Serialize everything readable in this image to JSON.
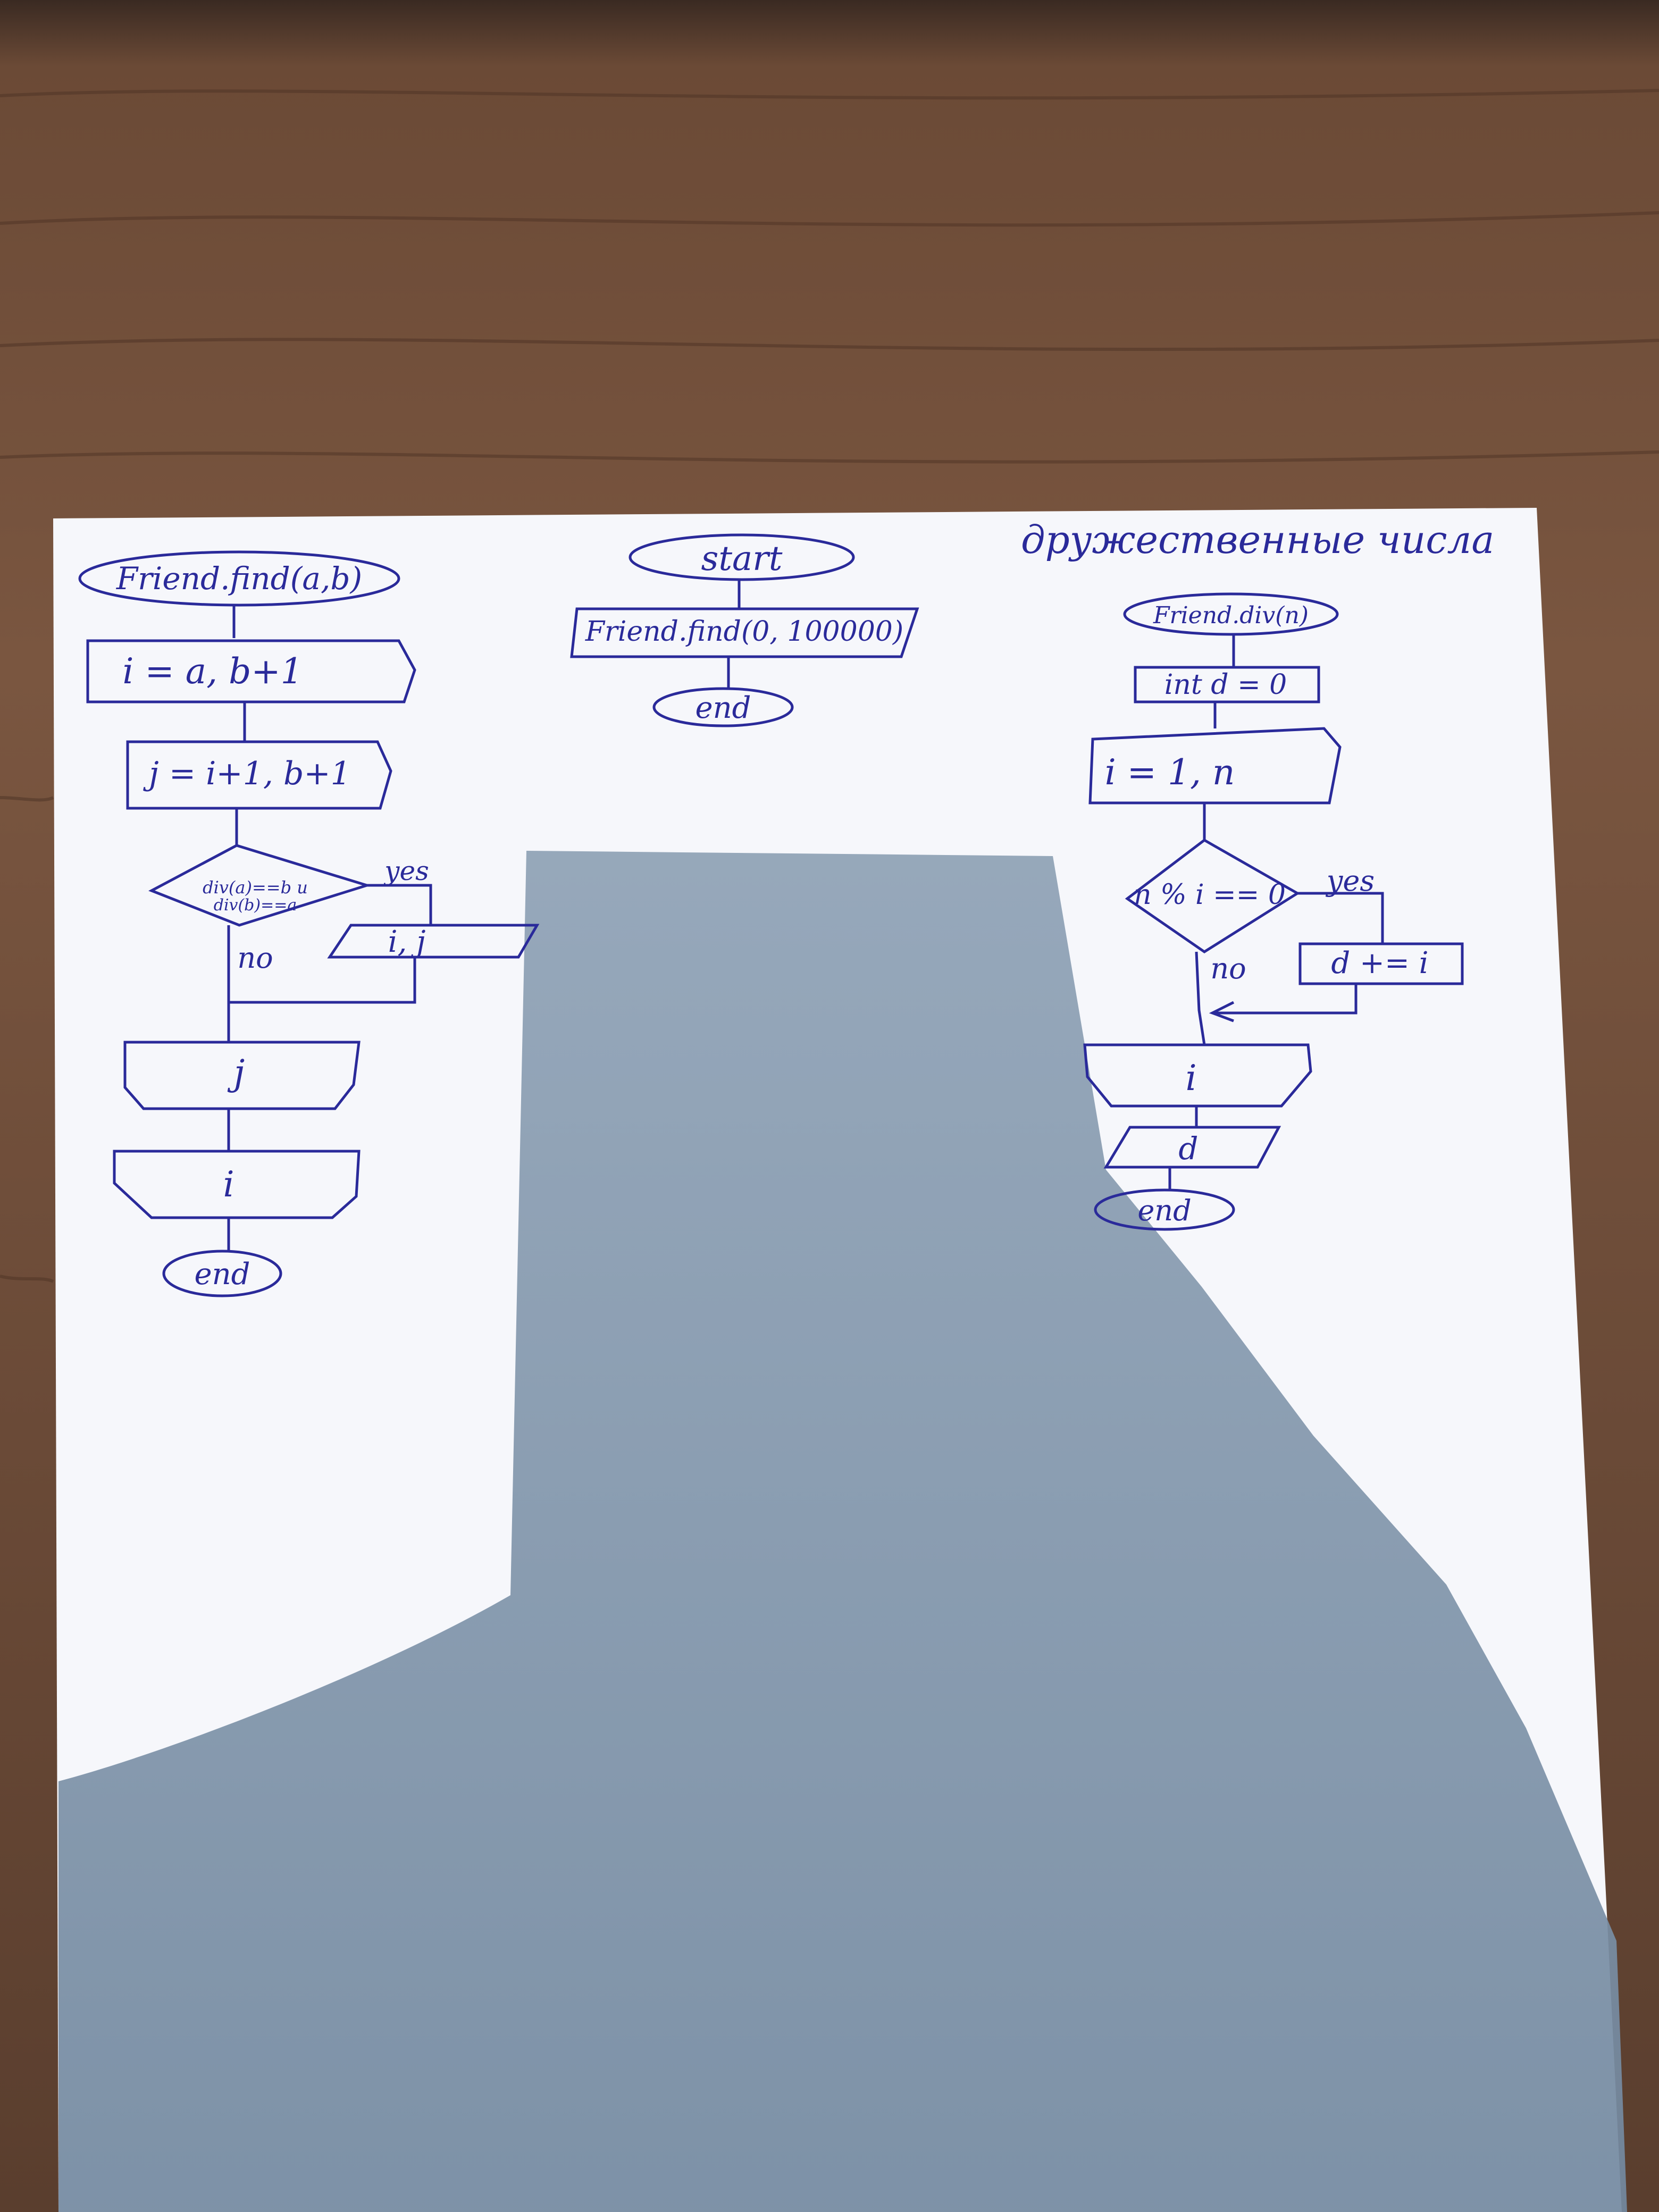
{
  "title": "дружественные числа",
  "colors": {
    "ink": "#2a2a9a",
    "paper": "#f6f7fb",
    "table": "#6b4a36",
    "shadow": "#7f92a8"
  },
  "main_flow": {
    "start": "start",
    "call": "Friend.find(0, 100000)",
    "end": "end"
  },
  "find_flow": {
    "header": "Friend.find(a,b)",
    "loop_i": "i = a, b+1",
    "loop_j": "j = i+1, b+1",
    "condition_line1": "div(a)==b и",
    "condition_line2": "div(b)==a",
    "yes": "yes",
    "no": "no",
    "output": "i, j",
    "loop_end_j": "j",
    "loop_end_i": "i",
    "end": "end"
  },
  "div_flow": {
    "header": "Friend.div(n)",
    "init": "int d = 0",
    "loop": "i = 1, n",
    "condition": "n % i == 0",
    "yes": "yes",
    "no": "no",
    "action": "d += i",
    "loop_end": "i",
    "output": "d",
    "end": "end"
  }
}
